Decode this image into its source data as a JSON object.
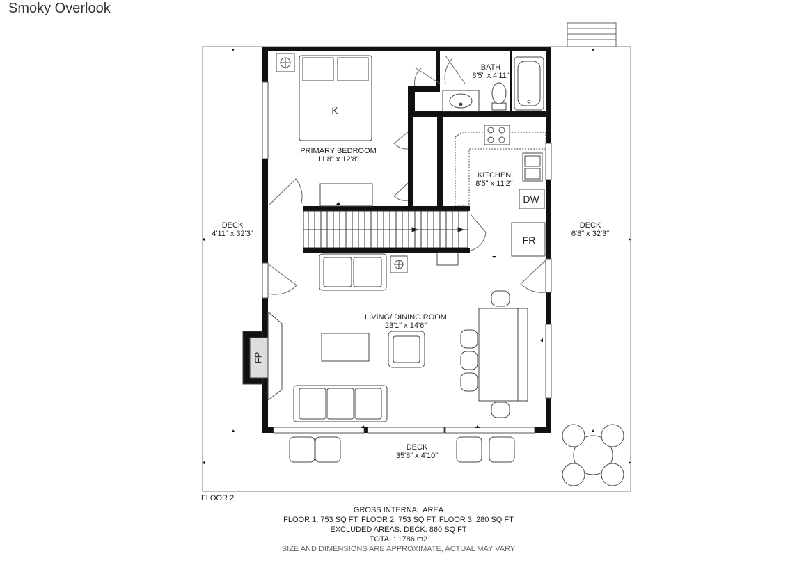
{
  "page_title": "Smoky Overlook",
  "floor_label": "FLOOR 2",
  "rooms": {
    "bath": {
      "name": "BATH",
      "dims": "8'5\" x 4'11\""
    },
    "primary_bedroom": {
      "name": "PRIMARY BEDROOM",
      "dims": "11'8\" x 12'8\""
    },
    "kitchen": {
      "name": "KITCHEN",
      "dims": "8'5\" x 11'2\""
    },
    "living_dining": {
      "name": "LIVING/ DINING ROOM",
      "dims": "23'1\" x 14'6\""
    },
    "deck_left": {
      "name": "DECK",
      "dims": "4'11\" x 32'3\""
    },
    "deck_right": {
      "name": "DECK",
      "dims": "6'8\" x 32'3\""
    },
    "deck_bottom": {
      "name": "DECK",
      "dims": "35'8\" x 4'10\""
    }
  },
  "fixture_labels": {
    "king_bed": "K",
    "dishwasher": "DW",
    "fridge": "FR",
    "fireplace": "FP"
  },
  "summary": {
    "heading": "GROSS INTERNAL AREA",
    "floors_line": "FLOOR 1: 753 SQ FT, FLOOR 2: 753 SQ FT, FLOOR 3: 280 SQ FT",
    "excluded_line": "EXCLUDED AREAS: DECK: 860 SQ FT",
    "total_line": "TOTAL: 1786 m2",
    "disclaimer": "SIZE AND DIMENSIONS ARE APPROXIMATE, ACTUAL MAY VARY"
  }
}
